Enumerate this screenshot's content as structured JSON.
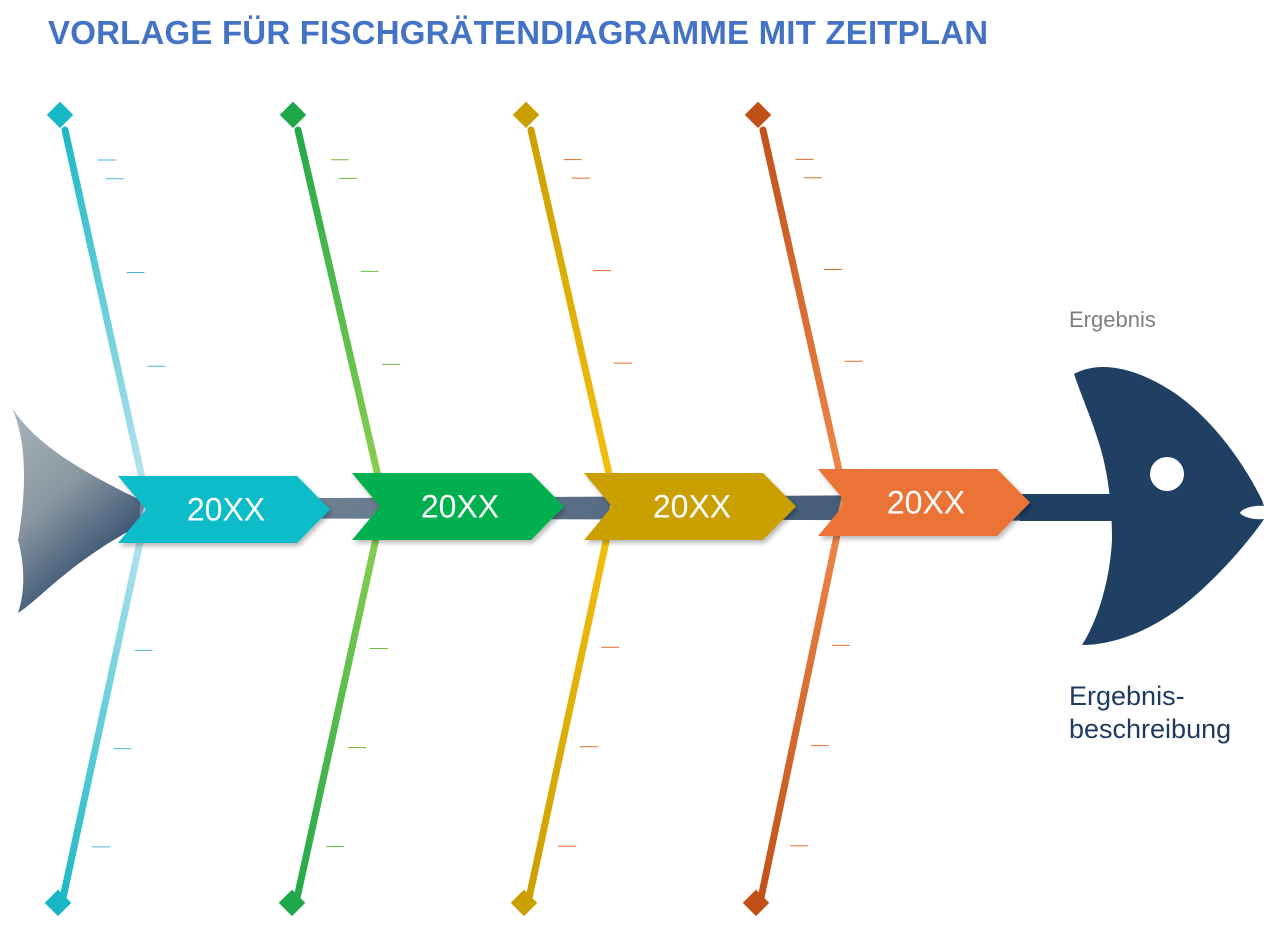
{
  "title": "VORLAGE FÜR FISCHGRÄTENDIAGRAMME MIT ZEITPLAN",
  "result": {
    "label": "Ergebnis",
    "description": "Ergebnis-\nbeschreibung"
  },
  "colors": {
    "title": "#4472C4",
    "spine": "#44546A",
    "head": "#1F3F63"
  },
  "bones": [
    {
      "label": "20XX",
      "color": "#0BBCC9",
      "color_dark": "#17B8C4",
      "color_light": "#BFE6F1",
      "tick_color": "#4BB8D8"
    },
    {
      "label": "20XX",
      "color": "#00B050",
      "color_dark": "#1FA84A",
      "color_light": "#92D050",
      "tick_color": "#6DBE3E"
    },
    {
      "label": "20XX",
      "color": "#C9A000",
      "color_dark": "#C9A000",
      "color_light": "#F6C10E",
      "tick_color": "#E06C2A"
    },
    {
      "label": "20XX",
      "color": "#EB7334",
      "color_dark": "#C05018",
      "color_light": "#F08A4A",
      "tick_color": "#E06C2A"
    }
  ]
}
